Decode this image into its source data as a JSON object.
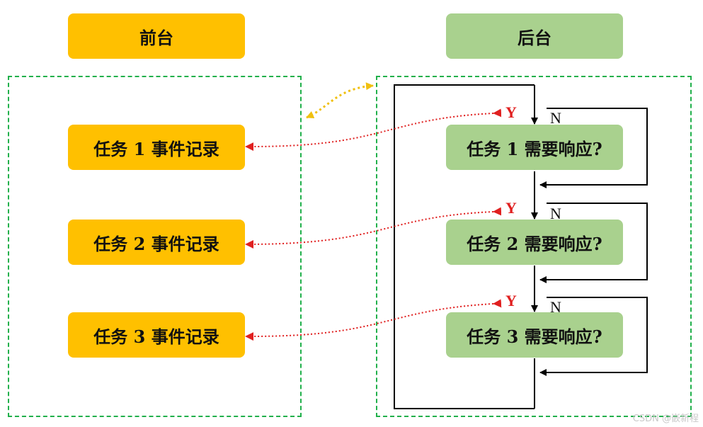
{
  "headers": {
    "front": "前台",
    "back": "后台"
  },
  "front_tasks": [
    "任务 1 事件记录",
    "任务 2 事件记录",
    "任务 3 事件记录"
  ],
  "back_tasks": [
    "任务 1 需要响应?",
    "任务 2 需要响应?",
    "任务 3 需要响应?"
  ],
  "branch_labels": {
    "yes": "Y",
    "no": "N"
  },
  "watermark": "CSDN @嵌新程",
  "colors": {
    "front": "#FFC000",
    "back": "#A9D18E",
    "region_border": "#21B04B",
    "link": "#E02020",
    "sync": "#F0C010"
  }
}
